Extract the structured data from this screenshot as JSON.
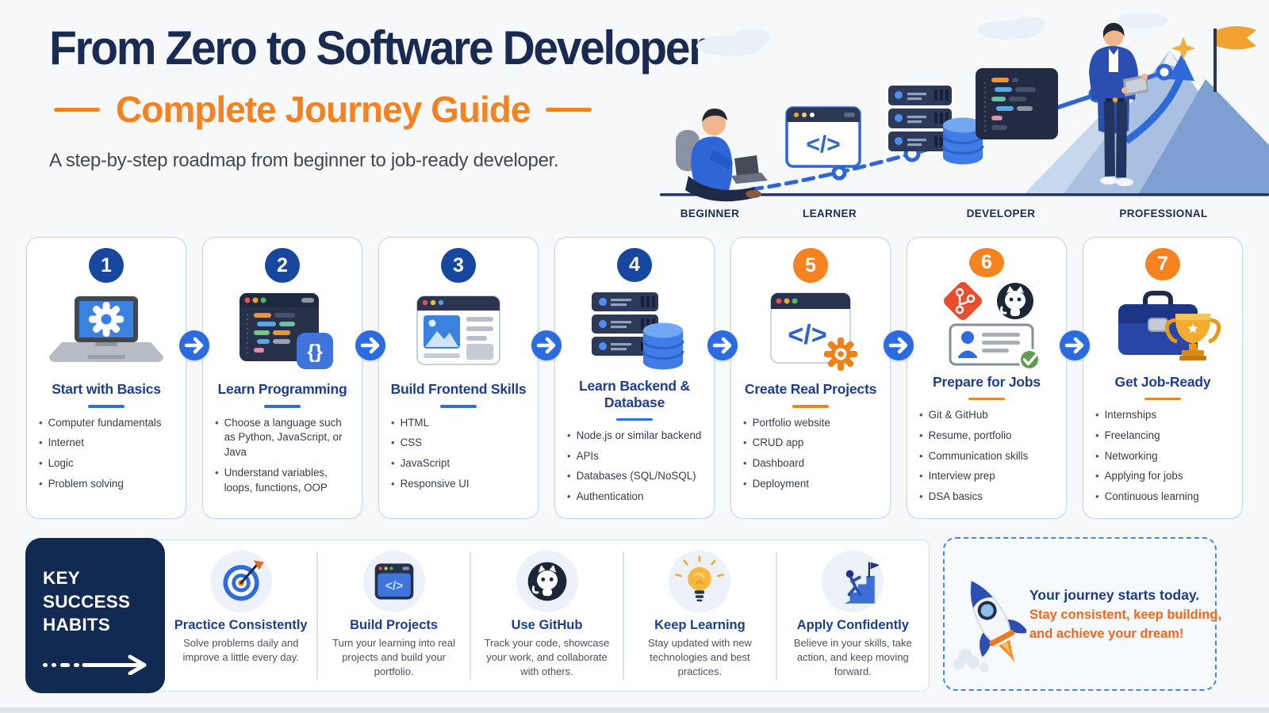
{
  "header": {
    "title": "From Zero to Software Developer",
    "subtitle": "Complete Journey Guide",
    "tagline": "A step-by-step roadmap from beginner to job-ready developer."
  },
  "journey": {
    "stages": [
      "BEGINNER",
      "LEARNER",
      "DEVELOPER",
      "PROFESSIONAL"
    ]
  },
  "steps": [
    {
      "number": "1",
      "title": "Start with Basics",
      "icon": "laptop-gear-icon",
      "accent": "blue",
      "bullets": [
        "Computer fundamentals",
        "Internet",
        "Logic",
        "Problem solving"
      ]
    },
    {
      "number": "2",
      "title": "Learn Programming",
      "icon": "code-editor-icon",
      "accent": "blue",
      "bullets": [
        "Choose a language such as Python, JavaScript, or Java",
        "Understand variables, loops, functions, OOP"
      ]
    },
    {
      "number": "3",
      "title": "Build Frontend Skills",
      "icon": "browser-layout-icon",
      "accent": "blue",
      "bullets": [
        "HTML",
        "CSS",
        "JavaScript",
        "Responsive UI"
      ]
    },
    {
      "number": "4",
      "title": "Learn Backend & Database",
      "icon": "server-database-icon",
      "accent": "blue",
      "bullets": [
        "Node.js or similar backend",
        "APIs",
        "Databases (SQL/NoSQL)",
        "Authentication"
      ]
    },
    {
      "number": "5",
      "title": "Create Real Projects",
      "icon": "code-window-gear-icon",
      "accent": "orange",
      "bullets": [
        "Portfolio website",
        "CRUD app",
        "Dashboard",
        "Deployment"
      ]
    },
    {
      "number": "6",
      "title": "Prepare for Jobs",
      "icon": "git-github-resume-icon",
      "accent": "orange",
      "bullets": [
        "Git & GitHub",
        "Resume, portfolio",
        "Communication skills",
        "Interview prep",
        "DSA basics"
      ]
    },
    {
      "number": "7",
      "title": "Get Job-Ready",
      "icon": "briefcase-trophy-icon",
      "accent": "orange",
      "bullets": [
        "Internships",
        "Freelancing",
        "Networking",
        "Applying for jobs",
        "Continuous learning"
      ]
    }
  ],
  "habits": {
    "heading": "KEY SUCCESS\nHABITS",
    "items": [
      {
        "title": "Practice Consistently",
        "description": "Solve problems daily and improve a little every day.",
        "icon": "target-icon"
      },
      {
        "title": "Build Projects",
        "description": "Turn your learning into real projects and build your portfolio.",
        "icon": "code-window-icon"
      },
      {
        "title": "Use GitHub",
        "description": "Track your code, showcase your work, and collaborate with others.",
        "icon": "github-icon"
      },
      {
        "title": "Keep Learning",
        "description": "Stay updated with new technologies and best practices.",
        "icon": "lightbulb-icon"
      },
      {
        "title": "Apply Confidently",
        "description": "Believe in your skills, take action, and keep moving forward.",
        "icon": "climb-flag-icon"
      }
    ]
  },
  "cta": {
    "line1": "Your journey starts today.",
    "line2": "Stay consistent, keep building,",
    "line3": "and achieve your dream!",
    "icon": "rocket-icon"
  },
  "colors": {
    "navy_dark": "#1a2b52",
    "panel_navy": "#122a52",
    "title_blue": "#1c3e8e",
    "badge_blue": "#17479e",
    "arrow_blue": "#2a6ce0",
    "accent_blue": "#2e6fe0",
    "orange": "#f5821f",
    "cta_orange": "#f2671c",
    "card_border": "#c3d6f0"
  }
}
